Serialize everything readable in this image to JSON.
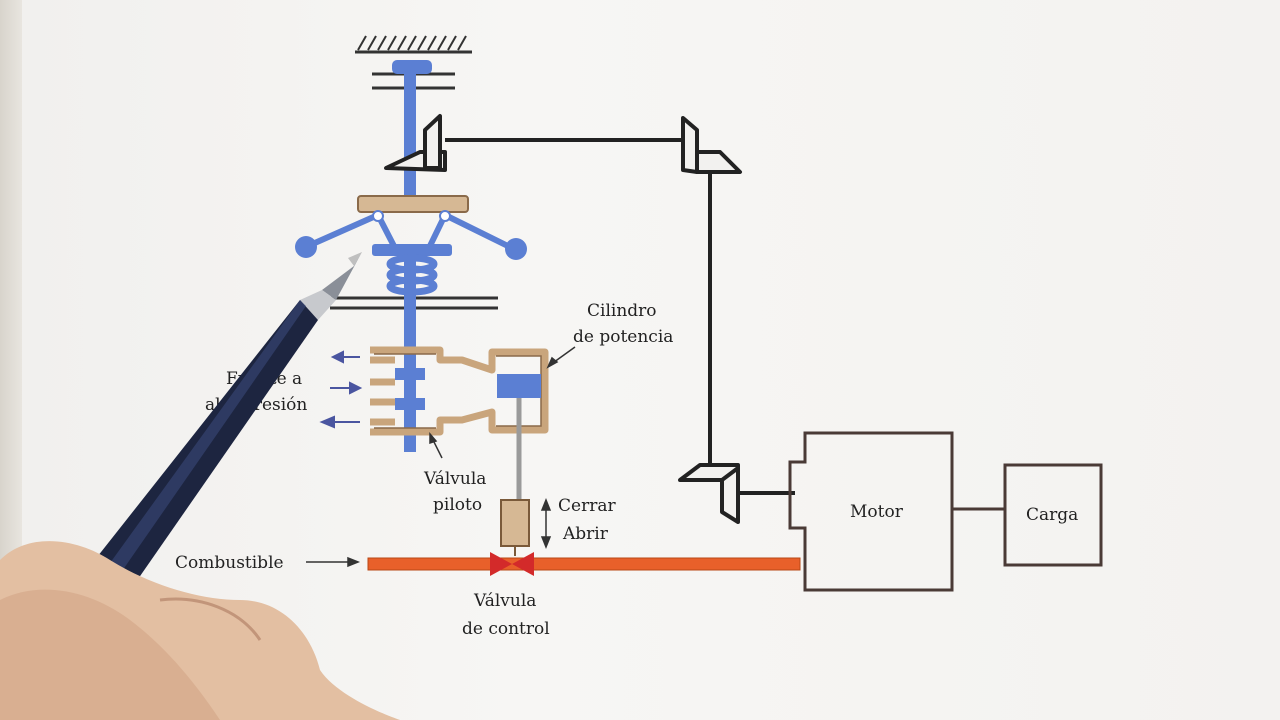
{
  "labels": {
    "cilindro_line1": "Cilindro",
    "cilindro_line2": "de potencia",
    "fuente_line1": "Fuente a",
    "fuente_line2": "alta presión",
    "valvula_piloto_line1": "Válvula",
    "valvula_piloto_line2": "piloto",
    "cerrar": "Cerrar",
    "abrir": "Abrir",
    "combustible": "Combustible",
    "valvula_control_line1": "Válvula",
    "valvula_control_line2": "de control",
    "motor": "Motor",
    "carga": "Carga"
  },
  "colors": {
    "governor_blue": "#5b7fd3",
    "linkage_tan": "#d6b894",
    "fuel_line": "#e8602a",
    "control_valve": "#d32a2a",
    "ink": "#222222"
  }
}
